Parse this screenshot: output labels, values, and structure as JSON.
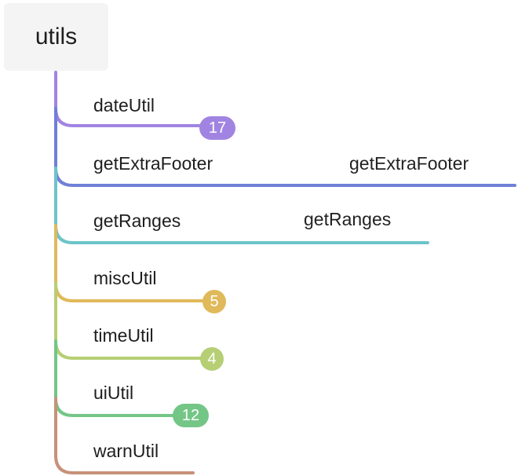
{
  "root": {
    "label": "utils"
  },
  "branches": [
    {
      "label": "dateUtil",
      "count": "17",
      "color": "#a184e2"
    },
    {
      "label": "getExtraFooter",
      "child": "getExtraFooter",
      "color": "#6f80d8"
    },
    {
      "label": "getRanges",
      "child": "getRanges",
      "color": "#6cc4c9"
    },
    {
      "label": "miscUtil",
      "count": "5",
      "color": "#e0b95a"
    },
    {
      "label": "timeUtil",
      "count": "4",
      "color": "#b6cf74"
    },
    {
      "label": "uiUtil",
      "count": "12",
      "color": "#74c686"
    },
    {
      "label": "warnUtil",
      "color": "#c8917a"
    }
  ]
}
